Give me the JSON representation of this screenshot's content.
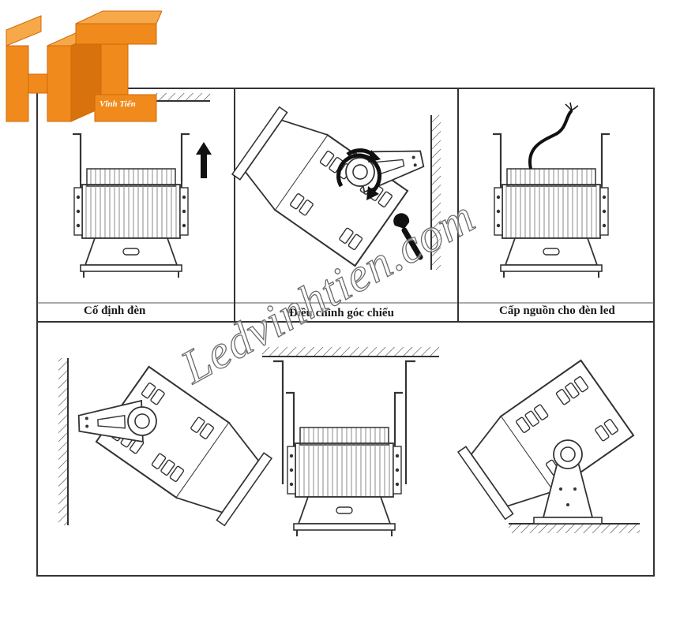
{
  "logo": {
    "letters": "HT",
    "subtitle": "Vĩnh Tiến",
    "color": "#f08a1c"
  },
  "captions": {
    "fix": "Cố định đèn",
    "adjust": "Điều chỉnh góc chiếu",
    "power": "Cấp nguồn cho đèn led"
  },
  "watermark": "Ledvinhtien.com"
}
